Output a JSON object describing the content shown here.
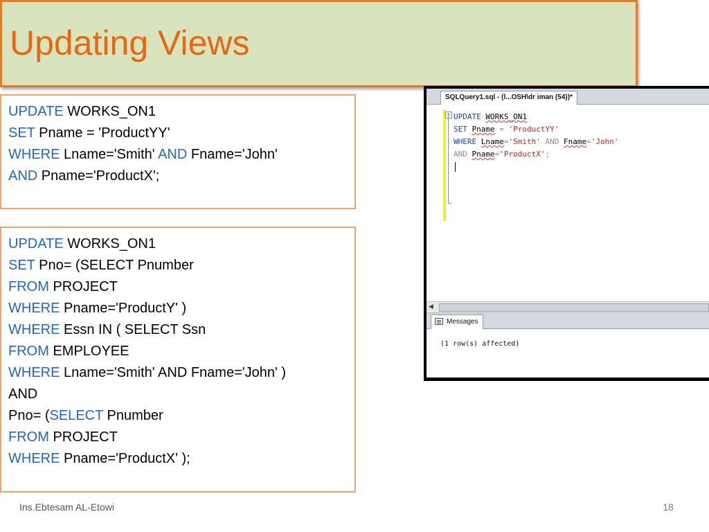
{
  "slide": {
    "title": "Updating Views",
    "footer_author": "Ins.Ebtesam AL-Etowi",
    "page_number": "18"
  },
  "colors": {
    "title": "#e8670f",
    "title_bg": "#d7e4bd",
    "keyword": "#1f66c9",
    "box_border": "#f0a36b"
  },
  "query1": {
    "lines": [
      {
        "kw": "UPDATE",
        "rest": " WORKS_ON1"
      },
      {
        "kw": "SET",
        "rest": " Pname = 'ProductYY'"
      },
      {
        "kw": "WHERE",
        "rest": " Lname='Smith' ",
        "kw2": "AND",
        "rest2": " Fname='John'"
      },
      {
        "kw": "AND",
        "rest": " Pname='ProductX';"
      }
    ]
  },
  "query2": {
    "lines": [
      {
        "kw": "UPDATE",
        "rest": " WORKS_ON1"
      },
      {
        "kw": "SET",
        "rest": " Pno= (SELECT Pnumber"
      },
      {
        "kw": "FROM",
        "rest": " PROJECT"
      },
      {
        "kw": "WHERE",
        "rest": " Pname='ProductY' )"
      },
      {
        "kw": "WHERE",
        "rest": " Essn IN ( SELECT Ssn"
      },
      {
        "kw": "FROM",
        "rest": " EMPLOYEE"
      },
      {
        "kw": "WHERE",
        "rest": " Lname='Smith' AND Fname='John' )"
      },
      {
        "plain": "AND"
      },
      {
        "pre": "Pno= (",
        "kw": "SELECT",
        "rest": " Pnumber"
      },
      {
        "kw": "FROM",
        "rest": " PROJECT"
      },
      {
        "kw": "WHERE",
        "rest": " Pname='ProductX' );"
      }
    ]
  },
  "ssms": {
    "tab_label": "SQLQuery1.sql - (l...OSH\\dr iman (54))*",
    "code": {
      "l1_kw": "UPDATE",
      "l1_obj": "WORKS_ON1",
      "l2_kw": "SET",
      "l2_col": "Pname",
      "l2_op": " = ",
      "l2_str": "'ProductYY'",
      "l3_kw": "WHERE",
      "l3_col": "Lname",
      "l3_op": "=",
      "l3_str": "'Smith'",
      "l3_and": "AND",
      "l3_col2": "Fname",
      "l3_op2": "=",
      "l3_str2": "'John'",
      "l4_and": "AND",
      "l4_col": "Pname",
      "l4_op": "=",
      "l4_str": "'ProductX'",
      "l4_end": ";"
    },
    "messages_tab": "Messages",
    "message_text": "(1 row(s) affected)"
  }
}
